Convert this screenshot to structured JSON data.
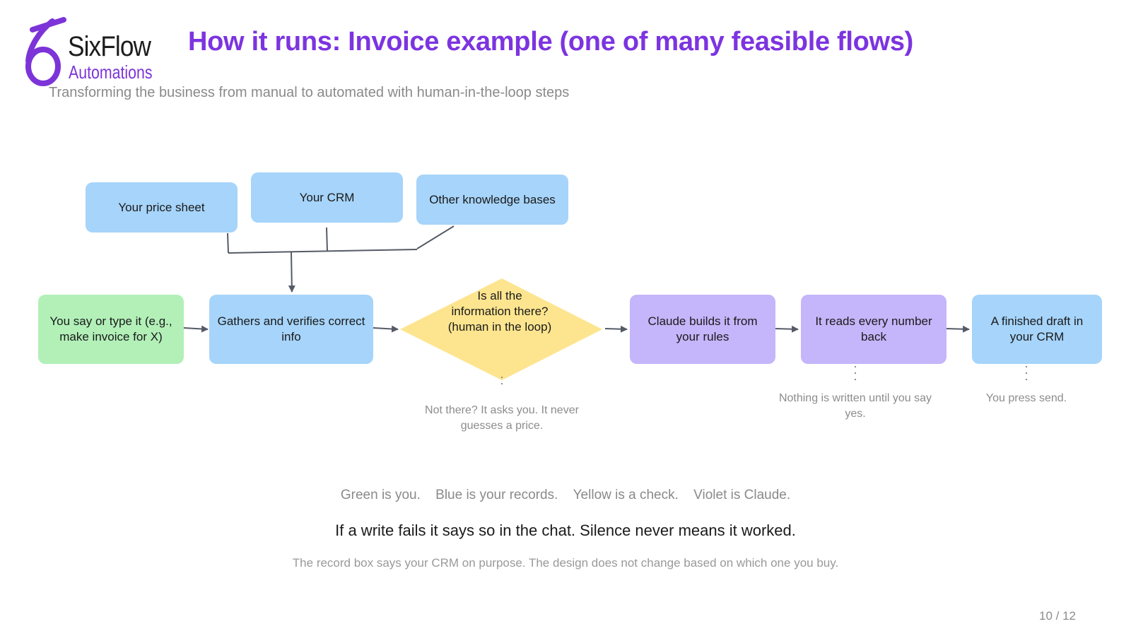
{
  "brand": {
    "name": "SixFlow",
    "subname": "Automations",
    "logo_color": "#7c34d8"
  },
  "header": {
    "title": "How it runs: Invoice example (one of many feasible flows)",
    "subtitle": "Transforming the business from manual to automated with human-in-the-loop steps"
  },
  "sources": [
    {
      "label": "Your price sheet"
    },
    {
      "label": "Your CRM"
    },
    {
      "label": "Other knowledge bases"
    }
  ],
  "flow": {
    "start": {
      "label": "You say or type it (e.g., make invoice for X)",
      "color": "#b2f0b8"
    },
    "gather": {
      "label": "Gathers and verifies correct info",
      "color": "#a6d4fa"
    },
    "check": {
      "label": "Is all the information there? (human in the loop)",
      "color": "#fde58f"
    },
    "build": {
      "label": "Claude builds it from your rules",
      "color": "#c5b5fa"
    },
    "readback": {
      "label": "It reads every number back",
      "color": "#c5b5fa"
    },
    "finish": {
      "label": "A finished draft in your CRM",
      "color": "#a6d4fa"
    }
  },
  "notes": {
    "check": "Not there? It asks you. It never guesses a price.",
    "readback": "Nothing is written until you say yes.",
    "finish": "You press send."
  },
  "legend": [
    "Green is you.",
    "Blue is your records.",
    "Yellow is a check.",
    "Violet is Claude."
  ],
  "message": "If a write fails it says so in the chat. Silence never means it worked.",
  "footnote": "The record box says your CRM on purpose. The design does not change based on which one you buy.",
  "page": "10 / 12"
}
